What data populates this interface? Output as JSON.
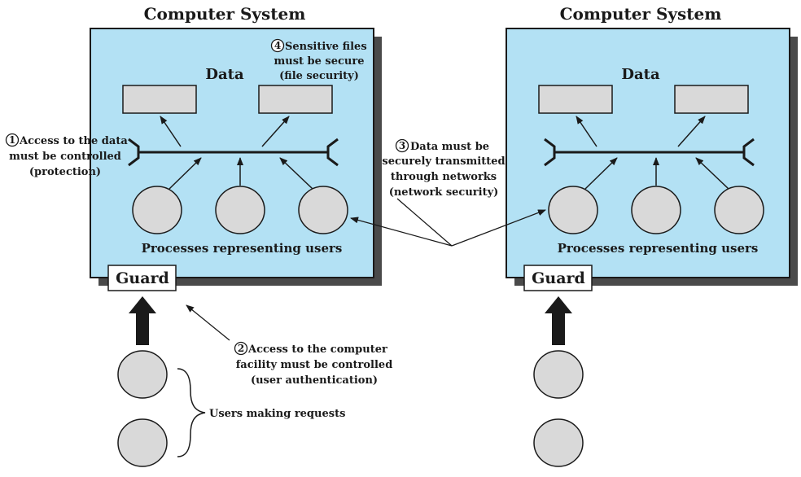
{
  "colors": {
    "system_fill": "#b3e1f4",
    "shadow": "#4a4a4a",
    "box_fill": "#d9d9d9",
    "arrow_dark": "#1a1a1a"
  },
  "left_system": {
    "title": "Computer System",
    "data_label": "Data",
    "processes_label": "Processes representing users",
    "guard_label": "Guard"
  },
  "right_system": {
    "title": "Computer System",
    "data_label": "Data",
    "processes_label": "Processes representing users",
    "guard_label": "Guard"
  },
  "annotations": {
    "note1": {
      "number": "1",
      "lines": [
        "Access to the data",
        "must be controlled",
        "(protection)"
      ]
    },
    "note2": {
      "number": "2",
      "lines": [
        "Access to the computer",
        "facility must be controlled",
        "(user authentication)"
      ]
    },
    "note3": {
      "number": "3",
      "lines": [
        "Data must be",
        "securely transmitted",
        "through networks",
        "(network security)"
      ]
    },
    "note4": {
      "number": "4",
      "lines": [
        "Sensitive files",
        "must be secure",
        "(file security)"
      ]
    }
  },
  "users_label": "Users making requests"
}
